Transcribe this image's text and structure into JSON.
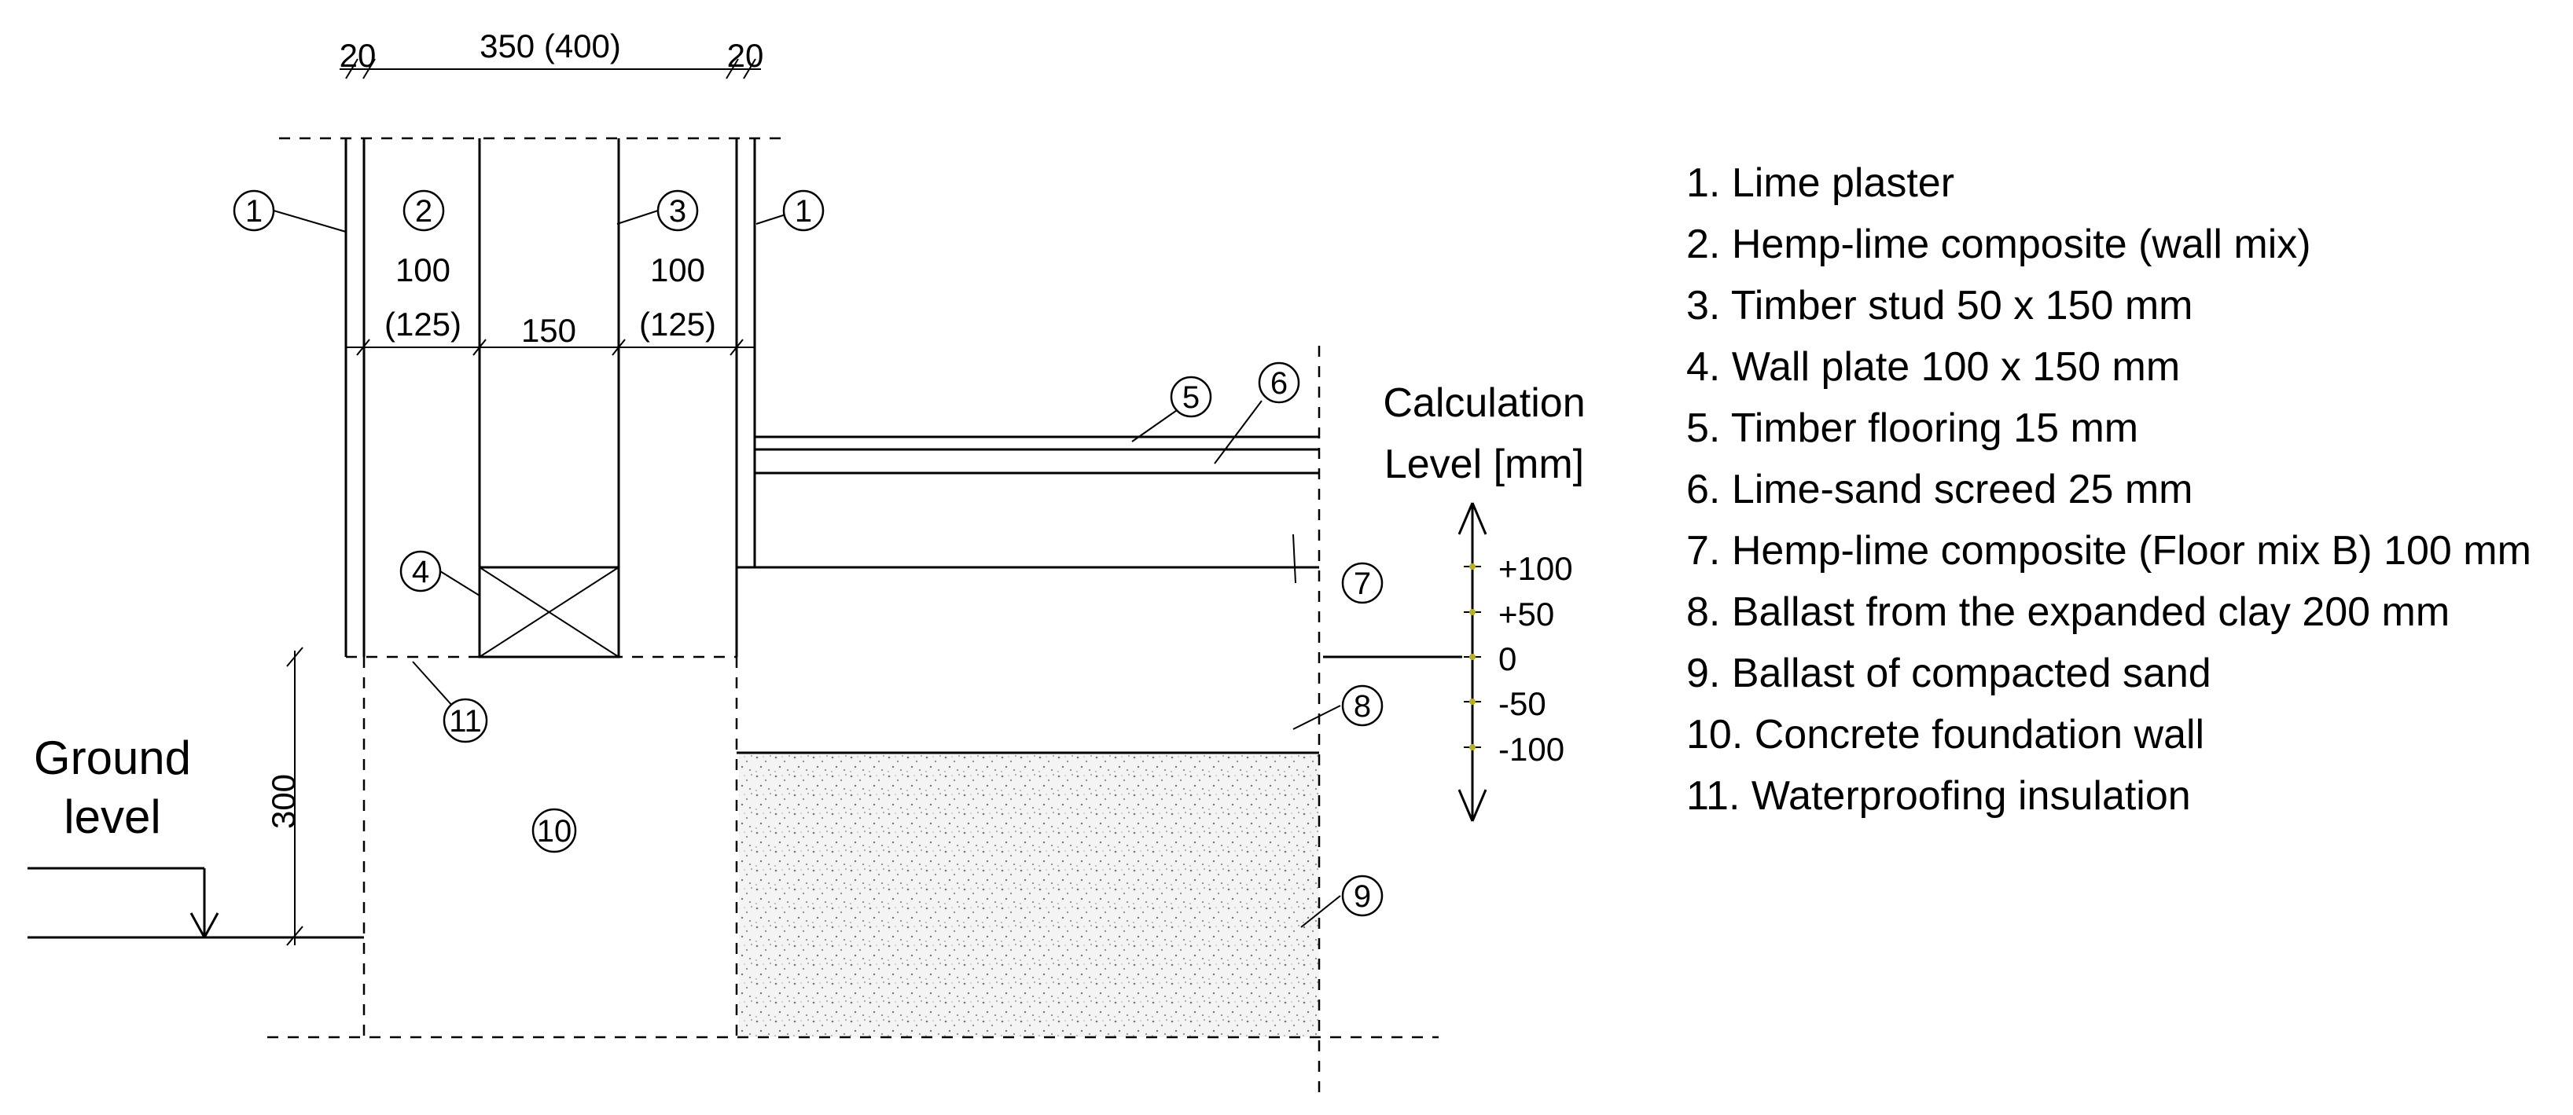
{
  "dimensions_top": {
    "left": "20",
    "center": "350 (400)",
    "right": "20"
  },
  "wall_dims": {
    "left_thick": "100",
    "left_alt": "(125)",
    "middle": "150",
    "right_thick": "100",
    "right_alt": "(125)",
    "height": "300"
  },
  "callouts": {
    "c1": "1",
    "c2": "2",
    "c3": "3",
    "c4": "4",
    "c5": "5",
    "c6": "6",
    "c7": "7",
    "c8": "8",
    "c9": "9",
    "c10": "10",
    "c11": "11"
  },
  "ground": {
    "line1": "Ground",
    "line2": "level"
  },
  "calc": {
    "title1": "Calculation",
    "title2": "Level [mm]",
    "levels": [
      "+100",
      "+50",
      "0",
      "-50",
      "-100"
    ]
  },
  "legend": [
    "1. Lime plaster",
    "2. Hemp-lime composite (wall mix)",
    "3. Timber stud 50 x 150 mm",
    "4. Wall plate 100 x 150 mm",
    "5. Timber flooring 15 mm",
    "6. Lime-sand screed 25 mm",
    "7. Hemp-lime composite (Floor mix B) 100 mm",
    "8. Ballast from the expanded clay 200 mm",
    "9. Ballast of compacted sand",
    "10. Concrete foundation wall",
    "11. Waterproofing insulation"
  ],
  "colors": {
    "line": "#000000",
    "level_dot": "#b7b21a"
  }
}
